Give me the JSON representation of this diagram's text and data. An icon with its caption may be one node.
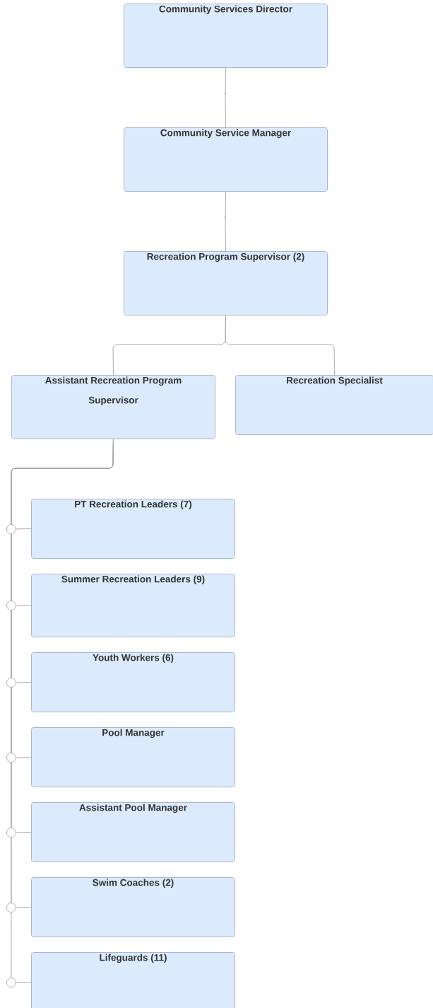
{
  "diagram": {
    "nodes": [
      {
        "text": [
          "Community Services Director"
        ]
      },
      {
        "text": [
          "Community Service Manager"
        ]
      },
      {
        "text": [
          "Recreation Program Supervisor (2)"
        ]
      },
      {
        "text": [
          "Assistant Recreation Program Supervisor"
        ]
      },
      {
        "text": [
          "Recreation Specialist"
        ]
      },
      {
        "text": [
          "PT Recreation Leaders (7)"
        ]
      },
      {
        "text": [
          "Summer Recreation Leaders (9)"
        ]
      },
      {
        "text": [
          "Youth Workers (6)"
        ]
      },
      {
        "text": [
          "Pool Manager"
        ]
      },
      {
        "text": [
          "Assistant Pool Manager"
        ]
      },
      {
        "text": [
          "Swim Coaches (2)"
        ]
      },
      {
        "text": [
          "Lifeguards (11)"
        ]
      }
    ],
    "edges": [
      {
        "from": 0,
        "to": 1,
        "arrow": "none"
      },
      {
        "from": 1,
        "to": 2,
        "arrow": "none"
      },
      {
        "from": 2,
        "to": 3,
        "arrow": "none"
      },
      {
        "from": 2,
        "to": 4,
        "arrow": "none"
      },
      {
        "from": 3,
        "to": 5,
        "arrow": "none"
      },
      {
        "from": 3,
        "to": 6,
        "arrow": "none"
      },
      {
        "from": 3,
        "to": 7,
        "arrow": "none"
      },
      {
        "from": 3,
        "to": 8,
        "arrow": "none"
      },
      {
        "from": 3,
        "to": 9,
        "arrow": "none"
      },
      {
        "from": 3,
        "to": 10,
        "arrow": "none"
      },
      {
        "from": 3,
        "to": 11,
        "arrow": "none"
      }
    ]
  }
}
